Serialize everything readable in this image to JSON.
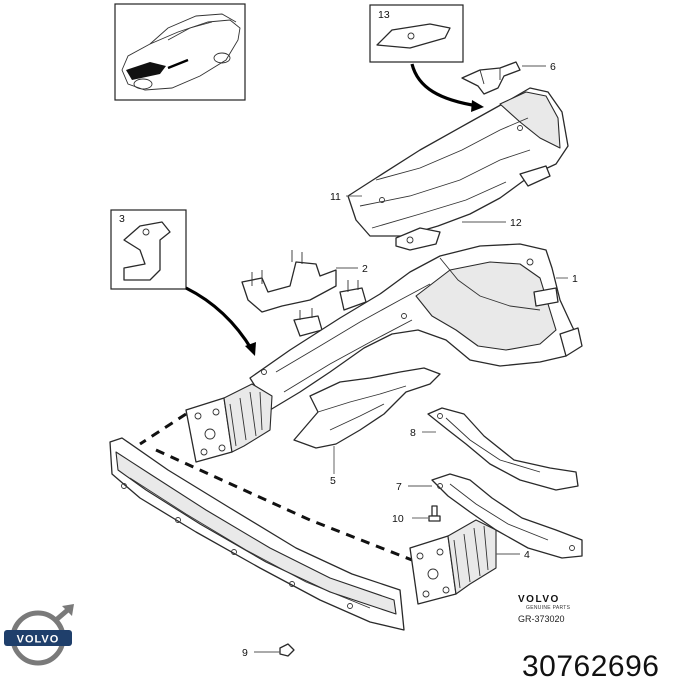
{
  "callouts": {
    "c1": "1",
    "c2": "2",
    "c3": "3",
    "c4": "4",
    "c5": "5",
    "c6": "6",
    "c7": "7",
    "c8": "8",
    "c9": "9",
    "c10": "10",
    "c11": "11",
    "c12": "12",
    "c13": "13"
  },
  "brand": {
    "logo_text": "VOLVO",
    "diagram_brand": "VOLVO",
    "diagram_brand_sub": "GENUINE PARTS",
    "diagram_code": "GR-373020",
    "part_number": "30762696",
    "logo_color": "#1f3f6b"
  }
}
